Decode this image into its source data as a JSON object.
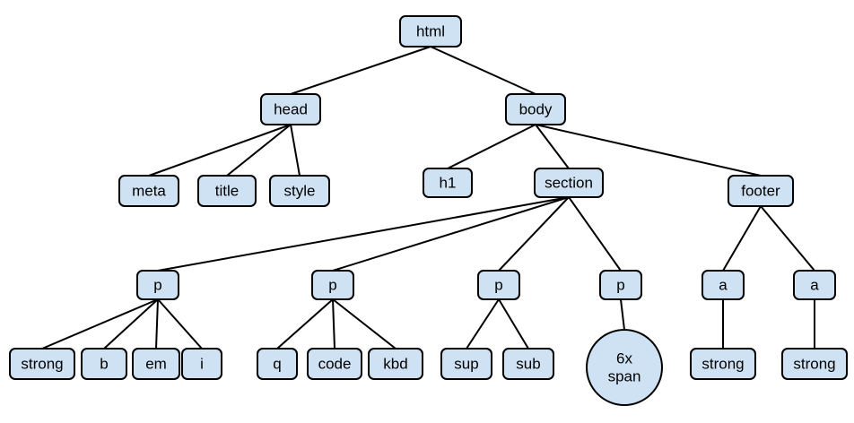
{
  "diagram": {
    "fill_color": "#cfe2f3",
    "stroke_color": "#000000",
    "nodes": [
      {
        "id": "html",
        "lines": [
          "html"
        ],
        "shape": "rect"
      },
      {
        "id": "head",
        "lines": [
          "head"
        ],
        "shape": "rect"
      },
      {
        "id": "body",
        "lines": [
          "body"
        ],
        "shape": "rect"
      },
      {
        "id": "meta",
        "lines": [
          "meta"
        ],
        "shape": "rect"
      },
      {
        "id": "title",
        "lines": [
          "title"
        ],
        "shape": "rect"
      },
      {
        "id": "style",
        "lines": [
          "style"
        ],
        "shape": "rect"
      },
      {
        "id": "h1",
        "lines": [
          "h1"
        ],
        "shape": "rect"
      },
      {
        "id": "section",
        "lines": [
          "section"
        ],
        "shape": "rect"
      },
      {
        "id": "footer",
        "lines": [
          "footer"
        ],
        "shape": "rect"
      },
      {
        "id": "p1",
        "lines": [
          "p"
        ],
        "shape": "rect"
      },
      {
        "id": "p2",
        "lines": [
          "p"
        ],
        "shape": "rect"
      },
      {
        "id": "p3",
        "lines": [
          "p"
        ],
        "shape": "rect"
      },
      {
        "id": "p4",
        "lines": [
          "p"
        ],
        "shape": "rect"
      },
      {
        "id": "a1",
        "lines": [
          "a"
        ],
        "shape": "rect"
      },
      {
        "id": "a2",
        "lines": [
          "a"
        ],
        "shape": "rect"
      },
      {
        "id": "strong1",
        "lines": [
          "strong"
        ],
        "shape": "rect"
      },
      {
        "id": "b",
        "lines": [
          "b"
        ],
        "shape": "rect"
      },
      {
        "id": "em",
        "lines": [
          "em"
        ],
        "shape": "rect"
      },
      {
        "id": "i",
        "lines": [
          "i"
        ],
        "shape": "rect"
      },
      {
        "id": "q",
        "lines": [
          "q"
        ],
        "shape": "rect"
      },
      {
        "id": "code",
        "lines": [
          "code"
        ],
        "shape": "rect"
      },
      {
        "id": "kbd",
        "lines": [
          "kbd"
        ],
        "shape": "rect"
      },
      {
        "id": "sup",
        "lines": [
          "sup"
        ],
        "shape": "rect"
      },
      {
        "id": "sub",
        "lines": [
          "sub"
        ],
        "shape": "rect"
      },
      {
        "id": "span",
        "lines": [
          "6x",
          "span"
        ],
        "shape": "circle"
      },
      {
        "id": "strong2",
        "lines": [
          "strong"
        ],
        "shape": "rect"
      },
      {
        "id": "strong3",
        "lines": [
          "strong"
        ],
        "shape": "rect"
      }
    ],
    "edges": [
      [
        "html",
        "head"
      ],
      [
        "html",
        "body"
      ],
      [
        "head",
        "meta"
      ],
      [
        "head",
        "title"
      ],
      [
        "head",
        "style"
      ],
      [
        "body",
        "h1"
      ],
      [
        "body",
        "section"
      ],
      [
        "body",
        "footer"
      ],
      [
        "section",
        "p1"
      ],
      [
        "section",
        "p2"
      ],
      [
        "section",
        "p3"
      ],
      [
        "section",
        "p4"
      ],
      [
        "footer",
        "a1"
      ],
      [
        "footer",
        "a2"
      ],
      [
        "p1",
        "strong1"
      ],
      [
        "p1",
        "b"
      ],
      [
        "p1",
        "em"
      ],
      [
        "p1",
        "i"
      ],
      [
        "p2",
        "q"
      ],
      [
        "p2",
        "code"
      ],
      [
        "p2",
        "kbd"
      ],
      [
        "p3",
        "sup"
      ],
      [
        "p3",
        "sub"
      ],
      [
        "p4",
        "span"
      ],
      [
        "a1",
        "strong2"
      ],
      [
        "a2",
        "strong3"
      ]
    ]
  }
}
